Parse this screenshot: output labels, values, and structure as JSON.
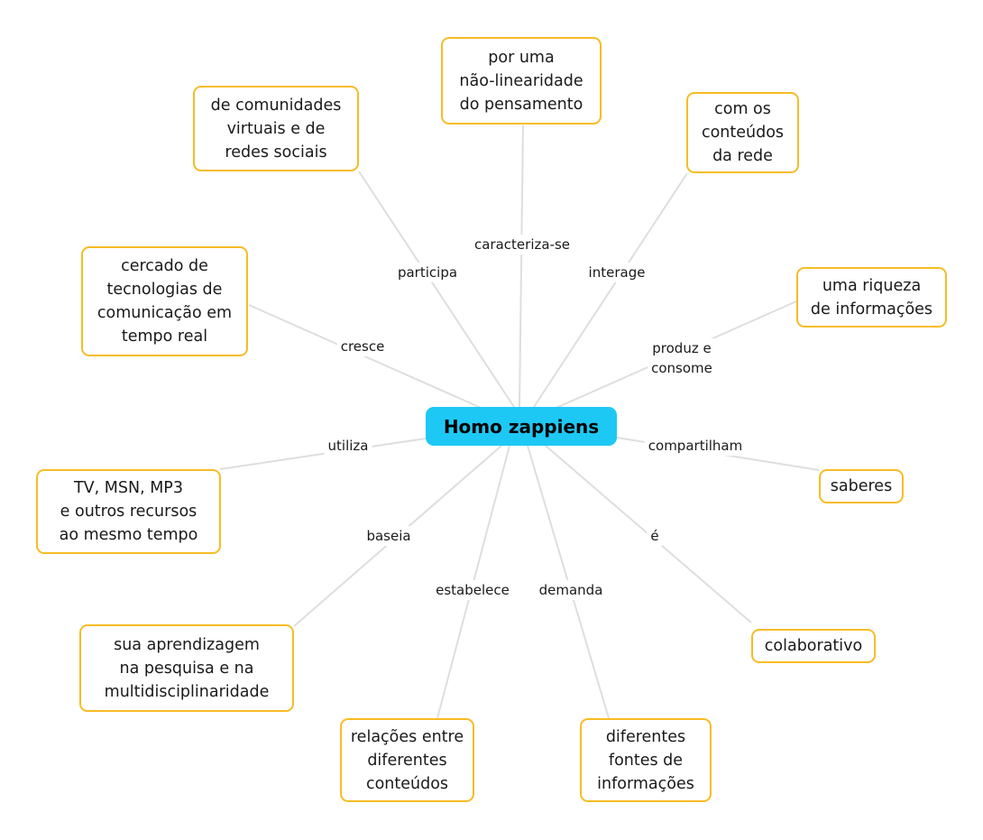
{
  "central": {
    "label": "Homo zappiens"
  },
  "branches": [
    {
      "id": "participa",
      "relation": "participa",
      "node": "de comunidades\nvirtuais e de\nredes sociais"
    },
    {
      "id": "caracteriza",
      "relation": "caracteriza-se",
      "node": "por uma\nnão-linearidade\ndo pensamento"
    },
    {
      "id": "interage",
      "relation": "interage",
      "node": "com os\nconteúdos\nda rede"
    },
    {
      "id": "produz",
      "relation": "produz e\nconsome",
      "node": "uma riqueza\nde informações"
    },
    {
      "id": "compartilham",
      "relation": "compartilham",
      "node": "saberes"
    },
    {
      "id": "e",
      "relation": "é",
      "node": "colaborativo"
    },
    {
      "id": "demanda",
      "relation": "demanda",
      "node": "diferentes\nfontes de\ninformações"
    },
    {
      "id": "estabelece",
      "relation": "estabelece",
      "node": "relações entre\ndiferentes\nconteúdos"
    },
    {
      "id": "baseia",
      "relation": "baseia",
      "node": "sua aprendizagem\nna pesquisa e na\nmultidisciplinaridade"
    },
    {
      "id": "utiliza",
      "relation": "utiliza",
      "node": "TV, MSN, MP3\ne outros recursos\nao mesmo tempo"
    },
    {
      "id": "cresce",
      "relation": "cresce",
      "node": "cercado de\ntecnologias de\ncomunicação em\ntempo real"
    }
  ],
  "colors": {
    "central_fill": "#1ec8f5",
    "node_border": "#f7bc25",
    "connector": "#dedede"
  }
}
